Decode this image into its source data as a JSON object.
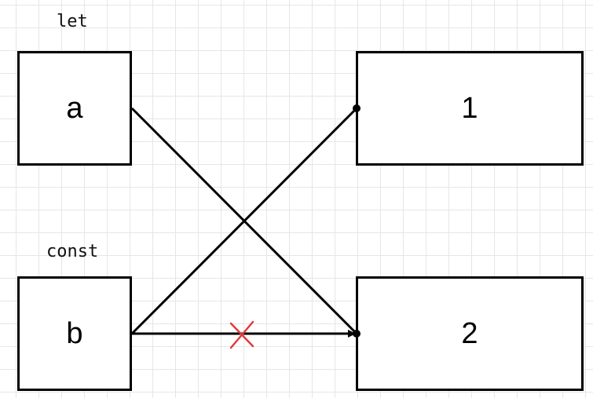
{
  "variables": [
    {
      "keyword": "let",
      "name": "a"
    },
    {
      "keyword": "const",
      "name": "b"
    }
  ],
  "values": [
    "1",
    "2"
  ],
  "edges": [
    {
      "from": "a",
      "to": "2",
      "style": "line"
    },
    {
      "from": "b",
      "to": "1",
      "style": "line"
    },
    {
      "from": "b",
      "to": "2",
      "style": "arrow",
      "crossed_out": true
    }
  ],
  "colors": {
    "stroke": "#000000",
    "cross": "#e03c3c",
    "grid": "#e6e6e6"
  }
}
